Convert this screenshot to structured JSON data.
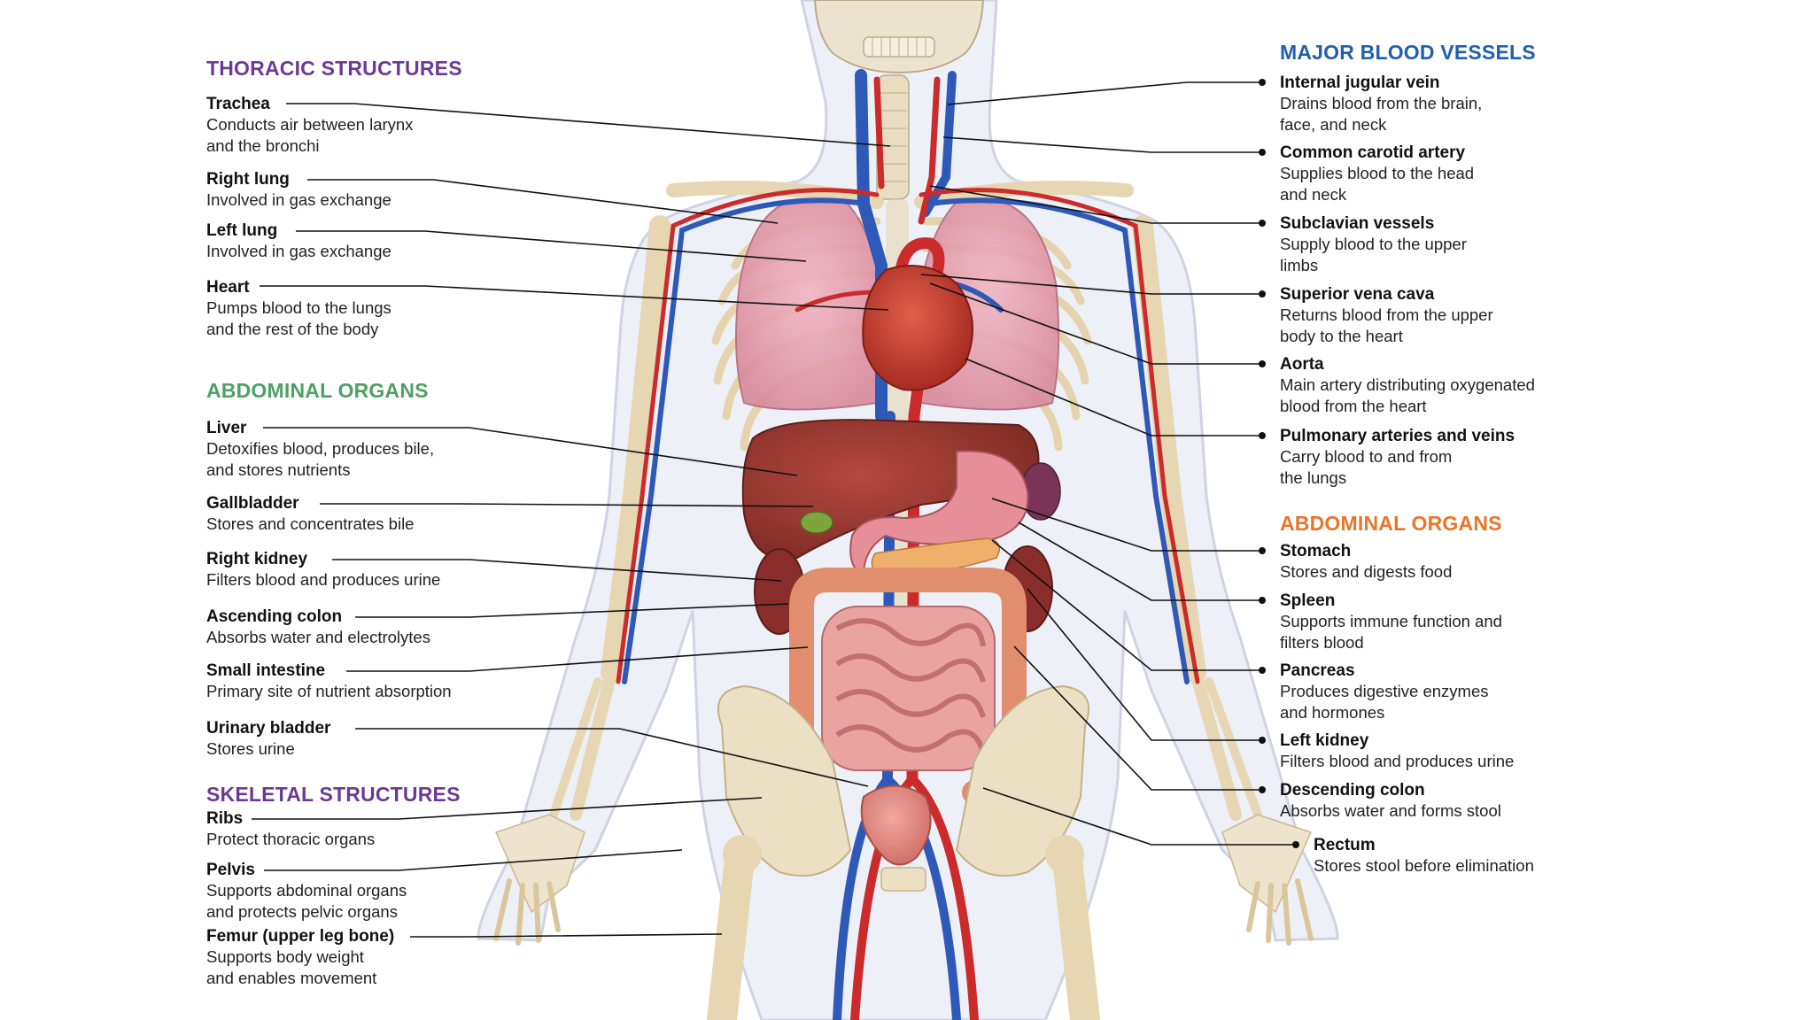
{
  "colors": {
    "thoracic_heading": "#6a3a96",
    "abdominal_left_heading": "#4fa064",
    "skeletal_heading": "#6a3a96",
    "vessels_heading": "#1f5fae",
    "abdominal_right_heading": "#e8762a",
    "leader_line": "#111111",
    "bone": "#ede0c4",
    "skin_outline": "#cfd3e3",
    "artery": "#cc2b2b",
    "vein": "#2f59b8"
  },
  "sections": {
    "thoracic": "THORACIC STRUCTURES",
    "abdominal_left": "ABDOMINAL ORGANS",
    "skeletal": "SKELETAL STRUCTURES",
    "vessels": "MAJOR BLOOD VESSELS",
    "abdominal_right": "ABDOMINAL ORGANS"
  },
  "labels": {
    "trachea": {
      "title": "Trachea",
      "desc": "Conducts air between larynx\nand the bronchi"
    },
    "right_lung": {
      "title": "Right lung",
      "desc": "Involved in gas exchange"
    },
    "left_lung": {
      "title": "Left lung",
      "desc": "Involved in gas exchange"
    },
    "heart": {
      "title": "Heart",
      "desc": "Pumps blood to the lungs\nand the rest of the body"
    },
    "liver": {
      "title": "Liver",
      "desc": "Detoxifies blood, produces bile,\nand stores nutrients"
    },
    "gallbladder": {
      "title": "Gallbladder",
      "desc": "Stores and concentrates bile"
    },
    "right_kidney": {
      "title": "Right kidney",
      "desc": "Filters blood and produces urine"
    },
    "ascending_colon": {
      "title": "Ascending colon",
      "desc": "Absorbs water and electrolytes"
    },
    "small_intestine": {
      "title": "Small intestine",
      "desc": "Primary site of nutrient absorption"
    },
    "urinary_bladder": {
      "title": "Urinary bladder",
      "desc": "Stores urine"
    },
    "ribs": {
      "title": "Ribs",
      "desc": "Protect thoracic organs"
    },
    "pelvis": {
      "title": "Pelvis",
      "desc": "Supports abdominal organs\nand protects pelvic organs"
    },
    "femur": {
      "title": "Femur (upper leg bone)",
      "desc": "Supports body weight\nand enables movement"
    },
    "internal_jugular": {
      "title": "Internal jugular vein",
      "desc": "Drains blood from the brain,\nface, and neck"
    },
    "common_carotid": {
      "title": "Common carotid artery",
      "desc": "Supplies blood to the head\nand neck"
    },
    "subclavian": {
      "title": "Subclavian vessels",
      "desc": "Supply blood to the upper\nlimbs"
    },
    "superior_vena_cava": {
      "title": "Superior vena cava",
      "desc": "Returns blood from the upper\nbody to the heart"
    },
    "aorta": {
      "title": "Aorta",
      "desc": "Main artery distributing oxygenated\nblood from the heart"
    },
    "pulmonary": {
      "title": "Pulmonary arteries and veins",
      "desc": "Carry blood to and from\nthe lungs"
    },
    "stomach": {
      "title": "Stomach",
      "desc": "Stores and digests food"
    },
    "spleen": {
      "title": "Spleen",
      "desc": "Supports immune function and\nfilters blood"
    },
    "pancreas": {
      "title": "Pancreas",
      "desc": "Produces digestive enzymes\nand hormones"
    },
    "left_kidney": {
      "title": "Left kidney",
      "desc": "Filters blood and produces urine"
    },
    "descending_colon": {
      "title": "Descending colon",
      "desc": "Absorbs water and forms stool"
    },
    "rectum": {
      "title": "Rectum",
      "desc": "Stores stool before elimination"
    }
  }
}
